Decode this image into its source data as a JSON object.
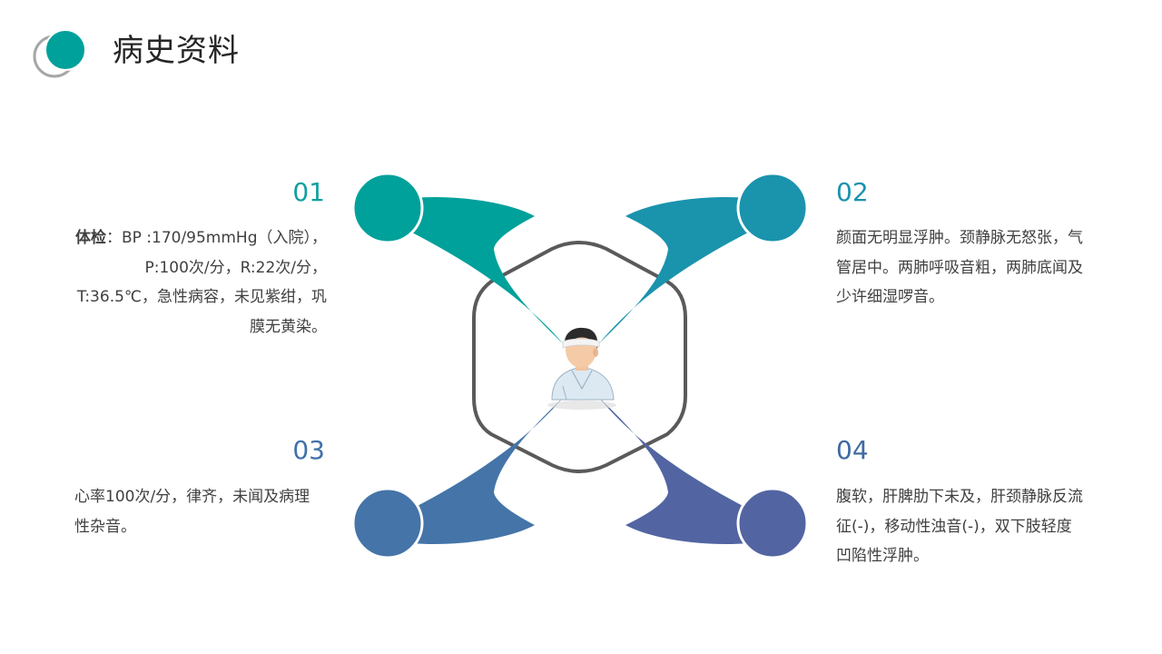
{
  "header": {
    "title": "病史资料"
  },
  "colors": {
    "teal": "#00a19a",
    "cyan_blue": "#1a93ad",
    "steel_blue": "#4574a8",
    "indigo_blue": "#5265a2",
    "hexagon_outline": "#5a5a5a"
  },
  "center": {
    "icon": "patient-avatar-icon"
  },
  "items": [
    {
      "number": "01",
      "label": "体检",
      "text": "：BP :170/95mmHg（入院），P:100次/分，R:22次/分，T:36.5℃，急性病容，未见紫绀，巩膜无黄染。"
    },
    {
      "number": "02",
      "text": "颜面无明显浮肿。颈静脉无怒张，气管居中。两肺呼吸音粗，两肺底闻及少许细湿啰音。"
    },
    {
      "number": "03",
      "text": "心率100次/分，律齐，未闻及病理性杂音。"
    },
    {
      "number": "04",
      "text": "腹软，肝脾肋下未及，肝颈静脉反流征(-)，移动性浊音(-)，双下肢轻度凹陷性浮肿。"
    }
  ]
}
